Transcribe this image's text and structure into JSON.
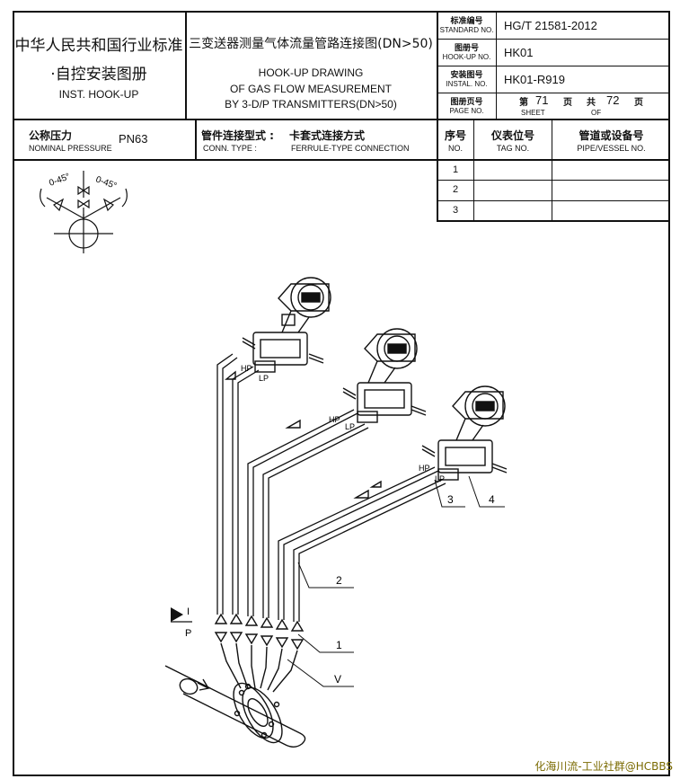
{
  "title_block": {
    "org_cn": "中华人民共和国行业标准",
    "book_cn": "·自控安装图册",
    "book_en": "INST. HOOK-UP",
    "title_cn": "三变送器测量气体流量管路连接图(DN>50)",
    "title_en_1": "HOOK-UP DRAWING",
    "title_en_2": "OF GAS FLOW MEASUREMENT",
    "title_en_3": "BY 3-D/P TRANSMITTERS(DN>50)",
    "standard_label_cn": "标准编号",
    "standard_label_en": "STANDARD NO.",
    "standard_value": "HG/T 21581-2012",
    "hookup_label_cn": "图册号",
    "hookup_label_en": "HOOK-UP NO.",
    "hookup_value": "HK01",
    "instal_label_cn": "安装图号",
    "instal_label_en": "INSTAL. NO.",
    "instal_value": "HK01-R919",
    "page_label_cn": "图册页号",
    "page_label_en": "PAGE NO.",
    "sheet_prefix_cn": "第",
    "sheet_value": "71",
    "sheet_suffix_cn": "页",
    "total_prefix_cn": "共",
    "total_value": "72",
    "total_suffix_cn": "页",
    "sheet_en": "SHEET",
    "of_en": "OF"
  },
  "spec_row": {
    "pressure_cn": "公称压力",
    "pressure_en": "NOMINAL PRESSURE",
    "pressure_value": "PN63",
    "conn_type_cn": "管件连接型式 :",
    "conn_type_en": "CONN. TYPE :",
    "conn_type_value_cn": "卡套式连接方式",
    "conn_type_value_en": "FERRULE-TYPE CONNECTION"
  },
  "tag_table": {
    "col_no_cn": "序号",
    "col_no_en": "NO.",
    "col_tag_cn": "仪表位号",
    "col_tag_en": "TAG NO.",
    "col_pipe_cn": "管道或设备号",
    "col_pipe_en": "PIPE/VESSEL NO.",
    "rows": [
      "1",
      "2",
      "3"
    ]
  },
  "symbol": {
    "angle_left": "0-45°",
    "angle_right": "0-45°"
  },
  "callouts": {
    "hp": "HP",
    "lp": "LP",
    "c1": "1",
    "c2": "2",
    "c3": "3",
    "c4": "4",
    "cv": "V",
    "flow_i": "I",
    "flow_p": "P"
  },
  "watermark": "化海川流-工业社群@HCBBS"
}
